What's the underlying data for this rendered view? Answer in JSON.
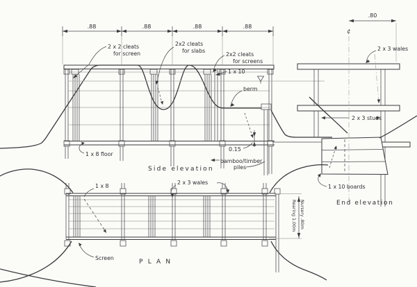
{
  "side_elevation": {
    "caption": "Side elevation",
    "dim_segments": [
      ".88",
      ".88",
      ".88",
      ".88"
    ],
    "labels": {
      "cleats_screen_1": "2 x 2 cleats",
      "cleats_screen_2": "for screen",
      "cleats_slabs_1": "2x2 cleats",
      "cleats_slabs_2": "for slabs",
      "cleats_screens_1": "2x2 cleats",
      "cleats_screens_2": "for screens",
      "board_1x10": "1 x 10",
      "berm": "berm",
      "floor_1x8": "1 x 8 floor",
      "piles_1": "bamboo/timber",
      "piles_2": "piles",
      "dim_015": "0.15"
    }
  },
  "end_elevation": {
    "caption": "End elevation",
    "dim_080": ".80",
    "centerline_symbol": "¢",
    "labels": {
      "wales": "2 x 3 wales",
      "studs": "2 x 3 studs",
      "boards": "1 x 10 boards"
    }
  },
  "plan": {
    "caption": "P L A N",
    "labels": {
      "board_1x8": "1 x 8",
      "wales": "2 x 3 wales",
      "screen": "Screen"
    },
    "dim_labels": {
      "nursery": "Nursery .80m",
      "rearing": "Rearing 1.00m"
    }
  },
  "colors": {
    "ink": "#3a3a3c",
    "paper": "#fbfbf8",
    "light_line": "#a6a6a2"
  }
}
